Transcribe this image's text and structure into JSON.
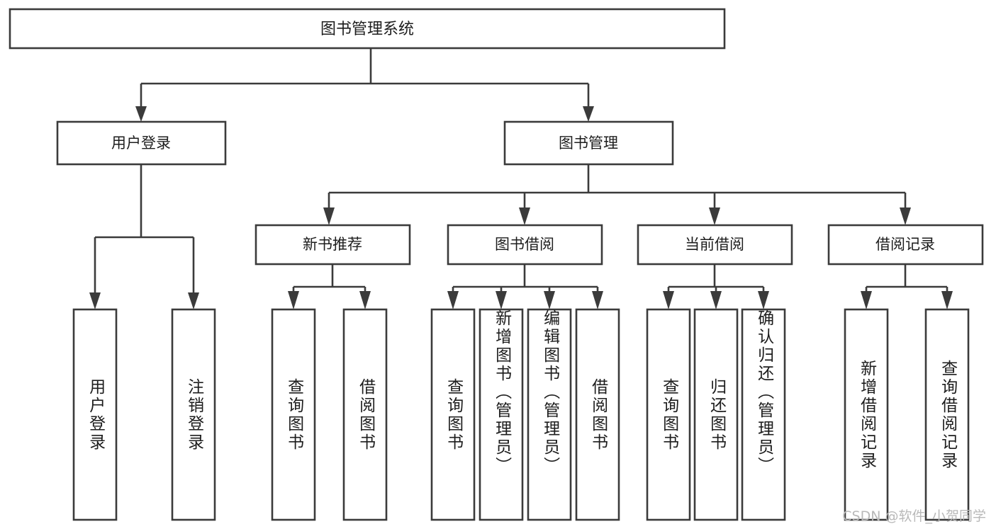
{
  "diagram": {
    "type": "tree",
    "title": "图书管理系统",
    "root": {
      "id": "root",
      "label": "图书管理系统"
    },
    "level2": [
      {
        "id": "user-login",
        "label": "用户登录"
      },
      {
        "id": "book-manage",
        "label": "图书管理"
      }
    ],
    "level3": [
      {
        "id": "new-book-rec",
        "label": "新书推荐",
        "parent": "book-manage"
      },
      {
        "id": "book-borrow",
        "label": "图书借阅",
        "parent": "book-manage"
      },
      {
        "id": "current-borrow",
        "label": "当前借阅",
        "parent": "book-manage"
      },
      {
        "id": "borrow-record",
        "label": "借阅记录",
        "parent": "book-manage"
      }
    ],
    "leaves": [
      {
        "id": "leaf-user-login",
        "label": "用户登录",
        "parent": "user-login"
      },
      {
        "id": "leaf-user-logout",
        "label": "注销登录",
        "parent": "user-login"
      },
      {
        "id": "leaf-query-book-1",
        "label": "查询图书",
        "parent": "new-book-rec"
      },
      {
        "id": "leaf-borrow-book-1",
        "label": "借阅图书",
        "parent": "new-book-rec"
      },
      {
        "id": "leaf-query-book-2",
        "label": "查询图书",
        "parent": "book-borrow"
      },
      {
        "id": "leaf-add-book",
        "label": "新增图书（管理员）",
        "parent": "book-borrow"
      },
      {
        "id": "leaf-edit-book",
        "label": "编辑图书（管理员）",
        "parent": "book-borrow"
      },
      {
        "id": "leaf-borrow-book-2",
        "label": "借阅图书",
        "parent": "book-borrow"
      },
      {
        "id": "leaf-query-book-3",
        "label": "查询图书",
        "parent": "current-borrow"
      },
      {
        "id": "leaf-return-book",
        "label": "归还图书",
        "parent": "current-borrow"
      },
      {
        "id": "leaf-confirm-return",
        "label": "确认归还（管理员）",
        "parent": "current-borrow"
      },
      {
        "id": "leaf-add-record",
        "label": "新增借阅记录",
        "parent": "borrow-record"
      },
      {
        "id": "leaf-query-record",
        "label": "查询借阅记录",
        "parent": "borrow-record"
      }
    ]
  },
  "watermark": {
    "text": "CSDN @软件_小贺同学"
  },
  "colors": {
    "background": "#ffffff",
    "box_fill": "#ffffff",
    "box_stroke": "#3b3b3b",
    "text": "#1d1d1d",
    "watermark": "#b9b9b9"
  }
}
